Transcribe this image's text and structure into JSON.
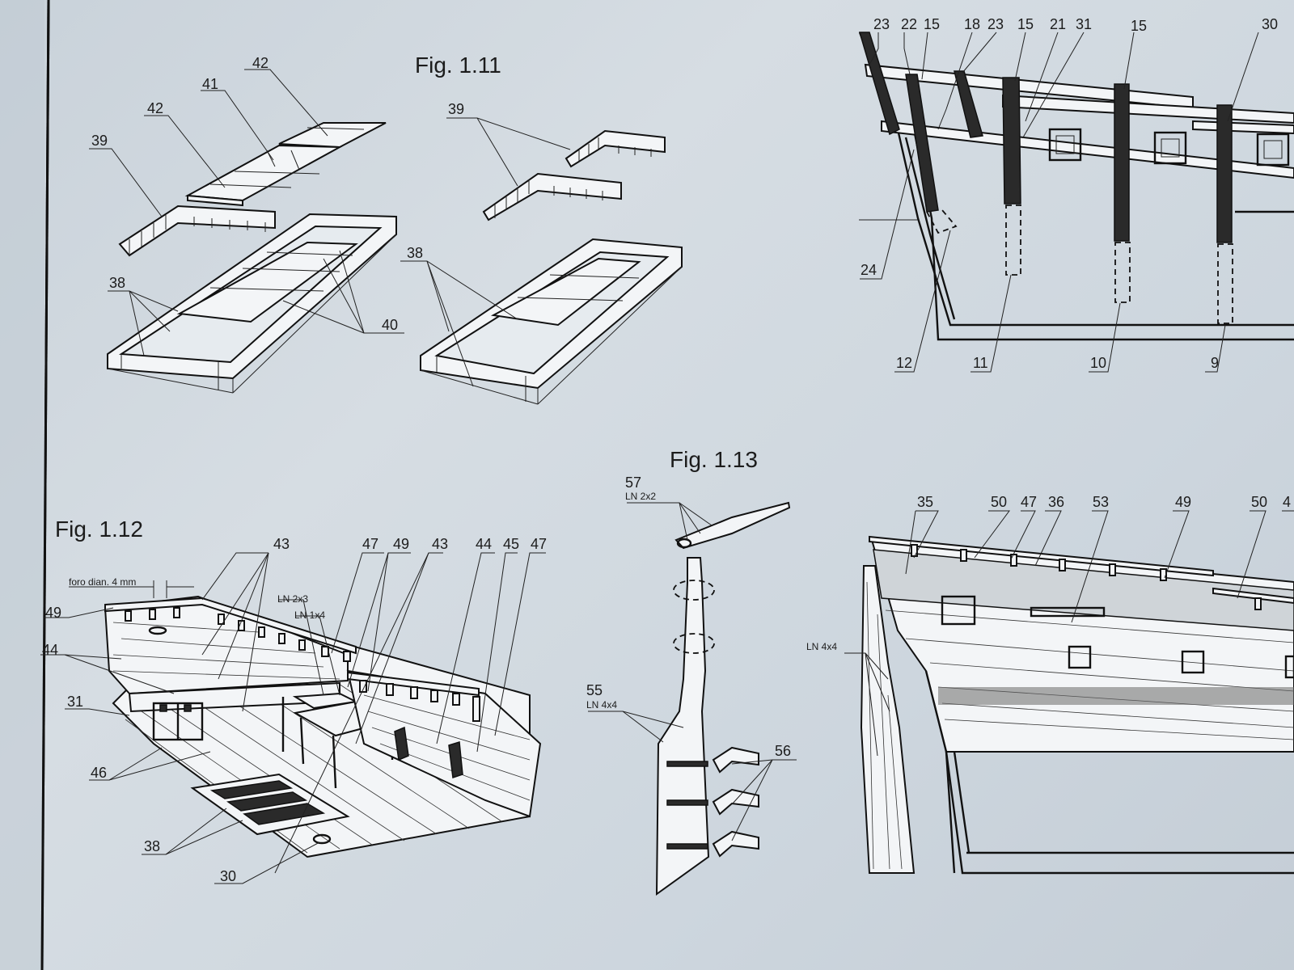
{
  "figures": {
    "fig_1_11": {
      "title": "Fig. 1.11",
      "labels": [
        "42",
        "41",
        "42",
        "39",
        "38",
        "40",
        "39",
        "38"
      ]
    },
    "fig_1_12": {
      "title": "Fig. 1.12",
      "labels": [
        "43",
        "47",
        "49",
        "43",
        "44",
        "45",
        "47",
        "49",
        "44",
        "31",
        "46",
        "38",
        "30"
      ],
      "notes": {
        "hole": "foro dian. 4 mm",
        "ln2x3": "LN 2x3",
        "ln1x4": "LN 1x4"
      }
    },
    "fig_1_13": {
      "title": "Fig. 1.13",
      "labels": [
        "57",
        "55",
        "56"
      ],
      "notes": {
        "ln2x2": "LN 2x2",
        "ln4x4": "LN 4x4"
      }
    },
    "top_right": {
      "labels": [
        "23",
        "22",
        "15",
        "18",
        "23",
        "15",
        "21",
        "31",
        "15",
        "30",
        "24",
        "12",
        "11",
        "10",
        "9"
      ]
    },
    "bottom_right": {
      "labels": [
        "35",
        "50",
        "47",
        "36",
        "53",
        "49",
        "50",
        "4"
      ],
      "notes": {
        "ln4x4": "LN 4x4"
      }
    }
  },
  "colors": {
    "paper": "#cfd8df",
    "ink": "#1c1c1c"
  }
}
